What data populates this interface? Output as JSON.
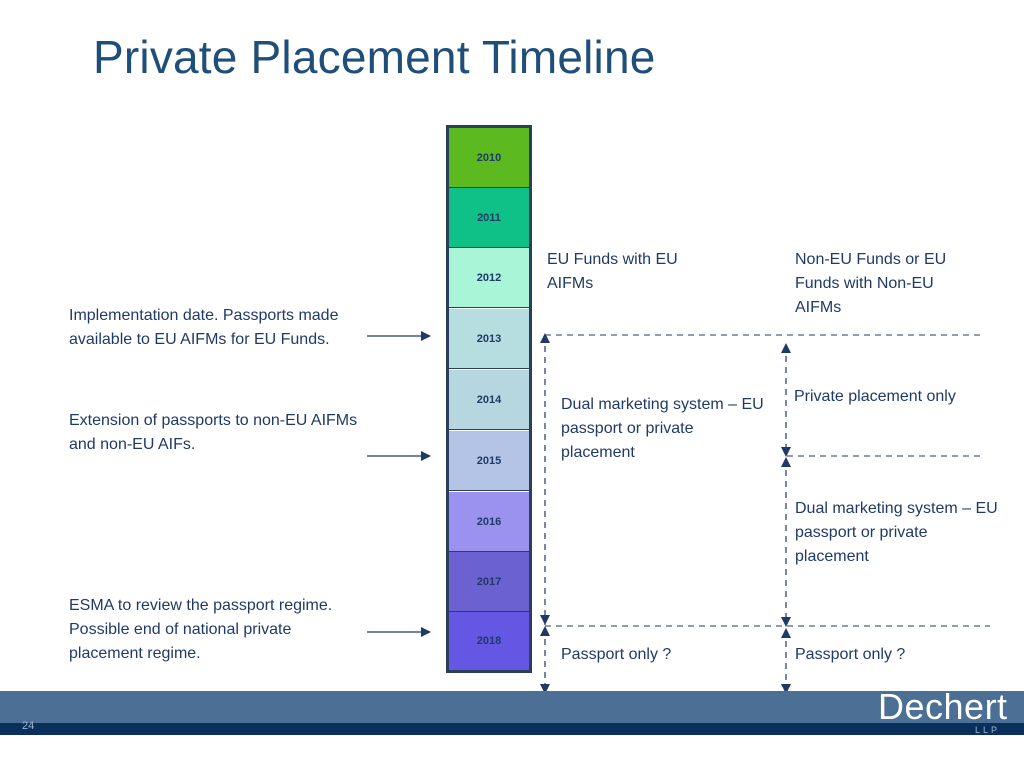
{
  "title": "Private Placement Timeline",
  "timeline": {
    "years": [
      {
        "label": "2010",
        "color": "#5cb91f"
      },
      {
        "label": "2011",
        "color": "#10c187"
      },
      {
        "label": "2012",
        "color": "#a8f5d8"
      },
      {
        "label": "2013",
        "color": "#b6dde0"
      },
      {
        "label": "2014",
        "color": "#b6d6e0"
      },
      {
        "label": "2015",
        "color": "#b4c4e6"
      },
      {
        "label": "2016",
        "color": "#9b92f0"
      },
      {
        "label": "2017",
        "color": "#6c61d1"
      },
      {
        "label": "2018",
        "color": "#6457e3"
      }
    ]
  },
  "left_notes": {
    "implementation": "Implementation date. Passports made available to EU AIFMs for EU Funds.",
    "extension": "Extension of passports to non-EU AIFMs and non-EU AIFs.",
    "esma": "ESMA to review the passport regime. Possible end of national private placement regime."
  },
  "eu_column": {
    "header": "EU Funds with EU AIFMs",
    "dual": "Dual marketing system – EU passport or private placement",
    "passport": "Passport only ?"
  },
  "non_eu_column": {
    "header": "Non-EU Funds or EU Funds with Non-EU AIFMs",
    "private": "Private placement only",
    "dual": "Dual marketing system – EU passport or private placement",
    "passport": "Passport only ?"
  },
  "footer": {
    "page_number": "24",
    "logo": "Dechert",
    "logo_sub": "LLP"
  },
  "colors": {
    "title": "#1f4e79",
    "text": "#1f3a66",
    "footer_bar": "#4b6f95",
    "footer_line": "#0a2f5c"
  }
}
